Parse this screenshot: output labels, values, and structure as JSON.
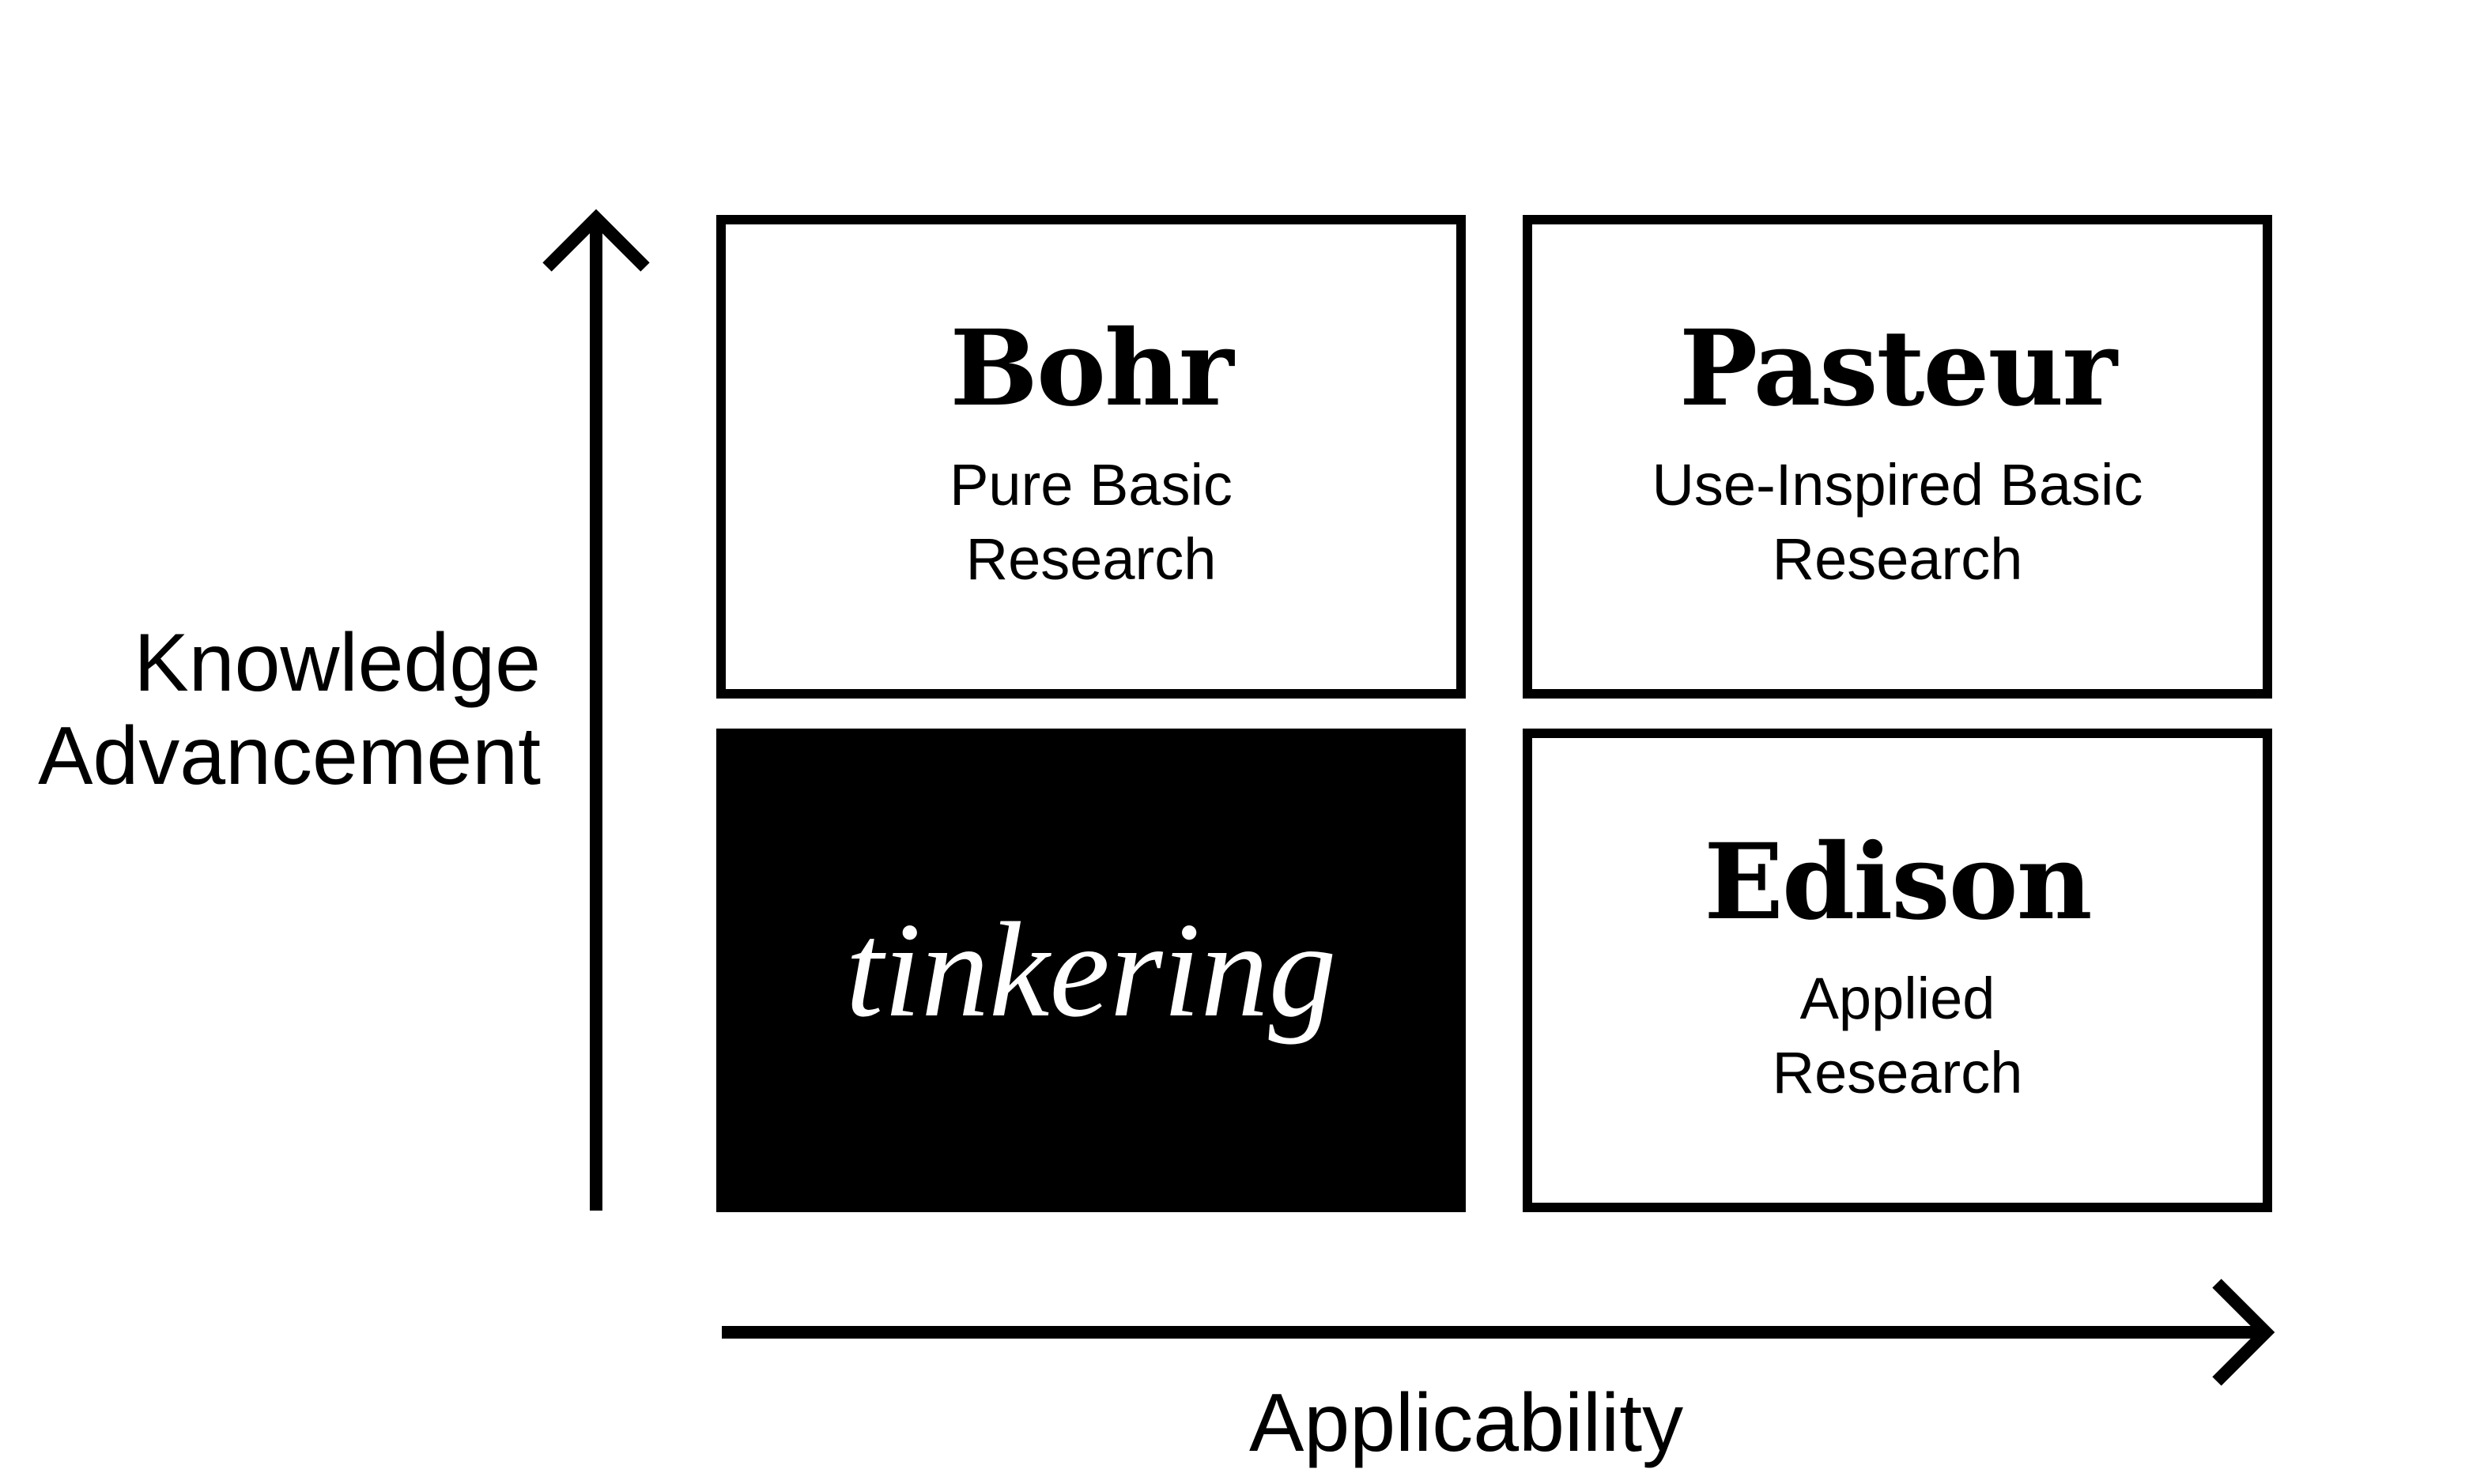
{
  "axes": {
    "y_label_line1": "Knowledge",
    "y_label_line2": "Advancement",
    "x_label": "Applicability"
  },
  "quadrants": {
    "top_left": {
      "title": "Bohr",
      "subtitle_line1": "Pure Basic",
      "subtitle_line2": "Research"
    },
    "top_right": {
      "title": "Pasteur",
      "subtitle_line1": "Use-Inspired Basic",
      "subtitle_line2": "Research"
    },
    "bottom_left": {
      "title": "tinkering"
    },
    "bottom_right": {
      "title": "Edison",
      "subtitle_line1": "Applied",
      "subtitle_line2": "Research"
    }
  },
  "colors": {
    "ink": "#000000",
    "background": "#ffffff"
  }
}
